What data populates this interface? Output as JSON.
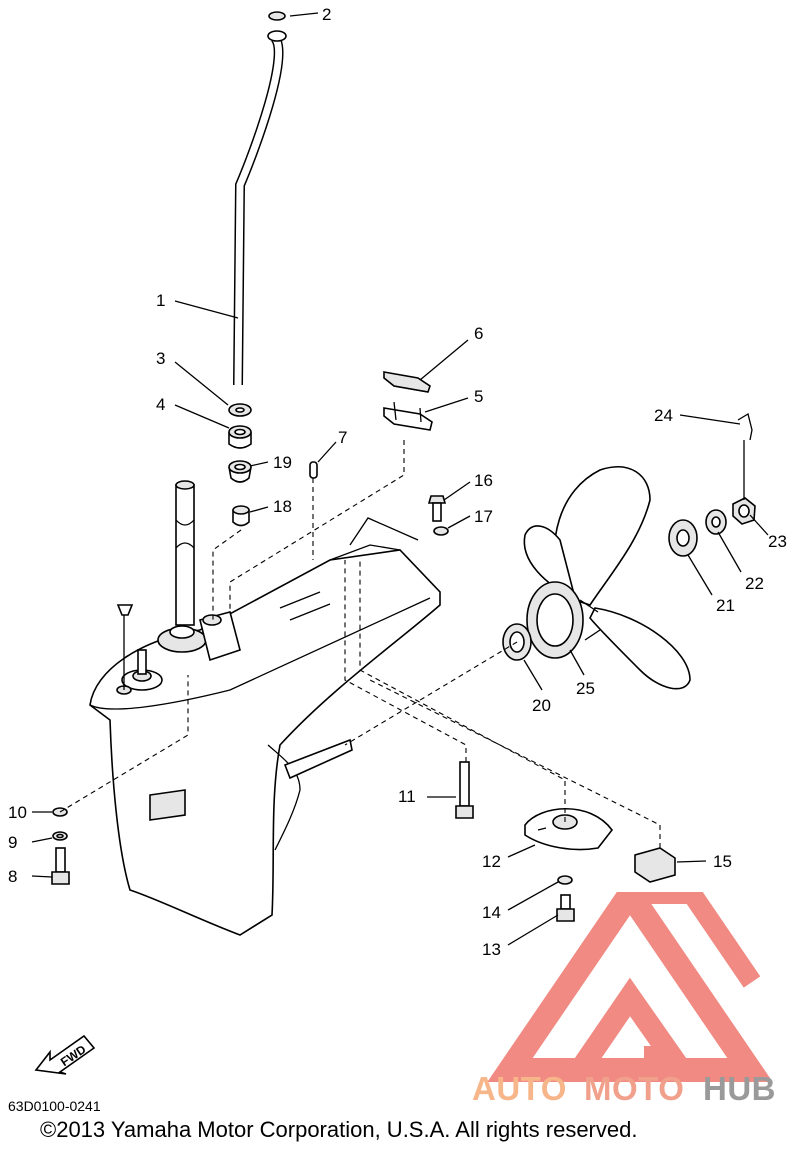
{
  "diagram": {
    "callouts": [
      {
        "id": 1,
        "label": "1"
      },
      {
        "id": 2,
        "label": "2"
      },
      {
        "id": 3,
        "label": "3"
      },
      {
        "id": 4,
        "label": "4"
      },
      {
        "id": 5,
        "label": "5"
      },
      {
        "id": 6,
        "label": "6"
      },
      {
        "id": 7,
        "label": "7"
      },
      {
        "id": 8,
        "label": "8"
      },
      {
        "id": 9,
        "label": "9"
      },
      {
        "id": 10,
        "label": "10"
      },
      {
        "id": 11,
        "label": "11"
      },
      {
        "id": 12,
        "label": "12"
      },
      {
        "id": 13,
        "label": "13"
      },
      {
        "id": 14,
        "label": "14"
      },
      {
        "id": 15,
        "label": "15"
      },
      {
        "id": 16,
        "label": "16"
      },
      {
        "id": 17,
        "label": "17"
      },
      {
        "id": 18,
        "label": "18"
      },
      {
        "id": 19,
        "label": "19"
      },
      {
        "id": 20,
        "label": "20"
      },
      {
        "id": 21,
        "label": "21"
      },
      {
        "id": 22,
        "label": "22"
      },
      {
        "id": 23,
        "label": "23"
      },
      {
        "id": 24,
        "label": "24"
      },
      {
        "id": 25,
        "label": "25"
      }
    ],
    "fwd_label": "FWD"
  },
  "footer": {
    "doc_code": "63D0100-0241",
    "copyright": "©2013 Yamaha Motor Corporation, U.S.A. All rights reserved."
  },
  "watermark": {
    "word_auto": "AUTO",
    "word_moto": "MOTO",
    "word_hub": "HUB",
    "colors": {
      "auto": "#f7b58a",
      "moto": "#f1a08c",
      "hub": "#9a9a9a",
      "mark": "#f08a82"
    }
  }
}
